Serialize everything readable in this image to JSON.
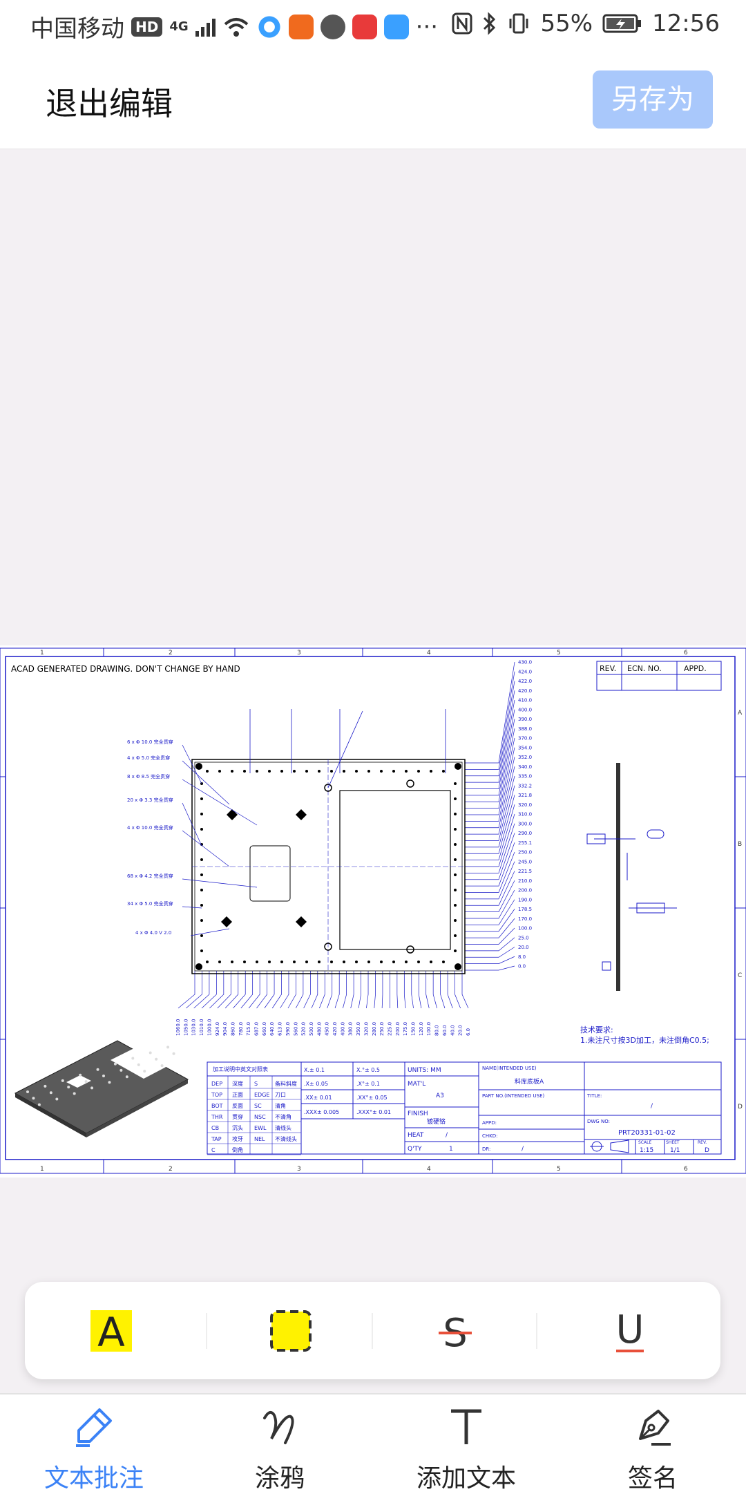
{
  "status_bar": {
    "carrier": "中国移动",
    "hd": "HD",
    "network": "4G",
    "battery": "55%",
    "time": "12:56",
    "more": "···"
  },
  "header": {
    "exit_label": "退出编辑",
    "save_as_label": "另存为"
  },
  "drawing": {
    "notice": "ACAD GENERATED DRAWING. DON'T CHANGE BY HAND",
    "col_labels": [
      "1",
      "2",
      "3",
      "4",
      "5",
      "6"
    ],
    "row_labels": [
      "A",
      "B",
      "C",
      "D"
    ],
    "rev_headers": [
      "REV.",
      "ECN. NO.",
      "APPD."
    ],
    "tech_req_title": "技术要求:",
    "tech_req_1": "1.未注尺寸按3D加工，未注倒角C0.5;",
    "title_block": {
      "units": "UNITS: MM",
      "matl_label": "MAT'L",
      "matl_value": "A3",
      "finish_label": "FINISH",
      "finish_value": "镀硬铬",
      "heat_label": "HEAT",
      "heat_value": "/",
      "qty_label": "Q'TY",
      "qty_value": "1",
      "name_label": "NAME(INTENDED USE)",
      "name_value": "料库底板A",
      "part_label": "PART NO.(INTENDED USE)",
      "title_label": "TITLE:",
      "title_value": "/",
      "appd_label": "APPD:",
      "chkd_label": "CHKD:",
      "dr_label": "DR:",
      "dr_value": "/",
      "dwg_label": "DWG NO:",
      "dwg_value": "PRT20331-01-02",
      "scale_label": "SCALE",
      "scale_value": "1:15",
      "sheet_label": "SHEET",
      "sheet_value": "1/1",
      "rev_label": "REV.",
      "rev_value": "D"
    },
    "tolerances": {
      "row1": [
        "X.±  0.1",
        "X.°±  0.5"
      ],
      "row2": [
        ".X±  0.05",
        ".X°±  0.1"
      ],
      "row3": [
        ".XX±  0.01",
        ".XX°±  0.05"
      ],
      "row4": [
        ".XXX±  0.005",
        ".XXX°±  0.01"
      ]
    },
    "abbrev_title": "加工说明中英文对照表",
    "abbrev_rows": [
      [
        "DEP",
        "深度",
        "S",
        "备料斜度"
      ],
      [
        "TOP",
        "正面",
        "EDGE",
        "刀口"
      ],
      [
        "BOT",
        "反面",
        "SC",
        "清角"
      ],
      [
        "THR",
        "贯穿",
        "NSC",
        "不清角"
      ],
      [
        "CB",
        "沉头",
        "EWL",
        "清线头"
      ],
      [
        "TAP",
        "攻牙",
        "NEL",
        "不清线头"
      ],
      [
        "C",
        "倒角",
        "",
        ""
      ]
    ],
    "hole_callouts": [
      "6 x Φ 10.0 完全贯穿",
      "4 x Φ 5.0 完全贯穿",
      "8 x Φ 8.5 完全贯穿",
      "20 x Φ 3.3 完全贯穿",
      "4 x Φ 10.0 完全贯穿",
      "68 x Φ 4.2 完全贯穿",
      "34 x Φ 5.0 完全贯穿",
      "4 x Φ 4.0 Ⅴ 2.0"
    ],
    "right_dims": [
      "430.0",
      "424.0",
      "422.0",
      "420.0",
      "410.0",
      "400.0",
      "390.0",
      "388.0",
      "370.0",
      "354.0",
      "352.0",
      "340.0",
      "335.0",
      "332.2",
      "321.8",
      "320.0",
      "310.0",
      "300.0",
      "290.0",
      "255.1",
      "250.0",
      "245.0",
      "221.5",
      "210.0",
      "200.0",
      "190.0",
      "178.5",
      "170.0",
      "100.0",
      "25.0",
      "20.0",
      "8.0",
      "0.0"
    ],
    "bottom_dims": [
      "1060.0",
      "1050.0",
      "1030.0",
      "1010.0",
      "1000.0",
      "924.0",
      "904.0",
      "860.0",
      "780.0",
      "715.0",
      "687.0",
      "660.0",
      "640.0",
      "613.0",
      "590.0",
      "560.0",
      "520.0",
      "500.0",
      "480.0",
      "450.0",
      "420.0",
      "400.0",
      "380.0",
      "350.0",
      "320.0",
      "280.0",
      "250.0",
      "225.0",
      "200.0",
      "175.0",
      "150.0",
      "120.0",
      "100.0",
      "80.0",
      "60.0",
      "40.0",
      "20.0",
      "6.0"
    ]
  },
  "toolbar": {
    "highlight_glyph": "A",
    "strike_glyph": "S",
    "underline_glyph": "U",
    "highlight_color": "#fff200",
    "strike_color": "#e8503a",
    "underline_color": "#e8503a"
  },
  "bottom_nav": [
    {
      "label": "文本批注",
      "active": true
    },
    {
      "label": "涂鸦",
      "active": false
    },
    {
      "label": "添加文本",
      "active": false
    },
    {
      "label": "签名",
      "active": false
    }
  ],
  "colors": {
    "accent": "#3b82f6",
    "save_btn_bg": "#a9c8fb",
    "drawing_blue": "#1a1ac8"
  }
}
